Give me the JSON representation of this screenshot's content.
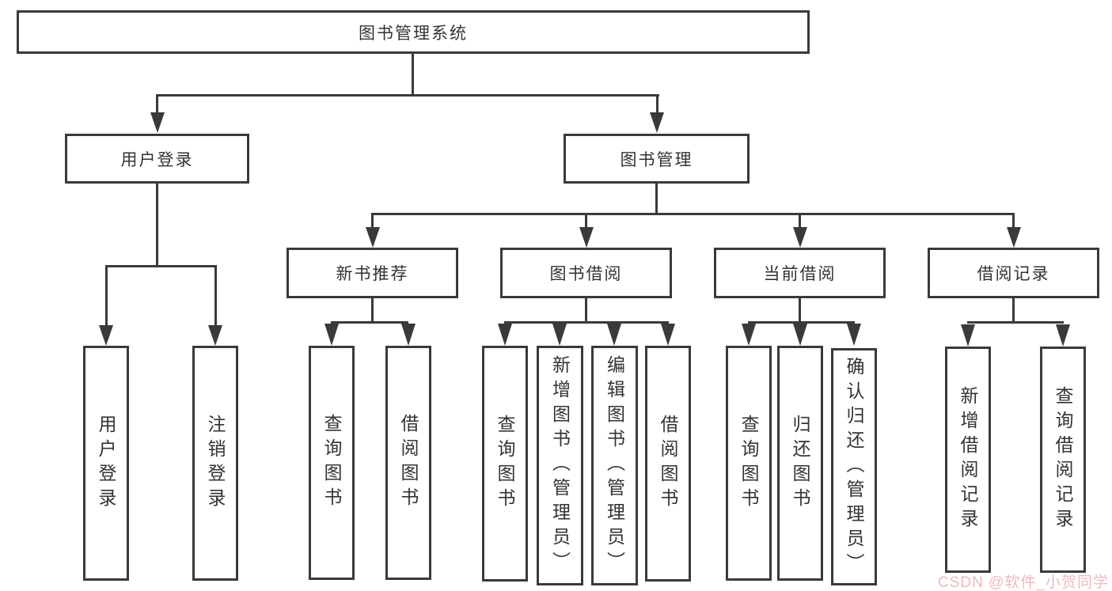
{
  "diagram": {
    "root": {
      "label": "图书管理系统"
    },
    "branches": [
      {
        "label": "用户登录",
        "children": [
          {
            "label": "用户登录"
          },
          {
            "label": "注销登录"
          }
        ]
      },
      {
        "label": "图书管理",
        "children": [
          {
            "label": "新书推荐",
            "children": [
              {
                "label": "查询图书"
              },
              {
                "label": "借阅图书"
              }
            ]
          },
          {
            "label": "图书借阅",
            "children": [
              {
                "label": "查询图书"
              },
              {
                "label": "新增图书（管理员）"
              },
              {
                "label": "编辑图书（管理员）"
              },
              {
                "label": "借阅图书"
              }
            ]
          },
          {
            "label": "当前借阅",
            "children": [
              {
                "label": "查询图书"
              },
              {
                "label": "归还图书"
              },
              {
                "label": "确认归还（管理员）"
              }
            ]
          },
          {
            "label": "借阅记录",
            "children": [
              {
                "label": "新增借阅记录"
              },
              {
                "label": "查询借阅记录"
              }
            ]
          }
        ]
      }
    ]
  },
  "watermark": {
    "text": "CSDN @软件_小贺同学"
  },
  "colors": {
    "line": "#3a3a3a",
    "text": "#333333",
    "background": "#ffffff",
    "watermark": "#f1b2b4"
  }
}
